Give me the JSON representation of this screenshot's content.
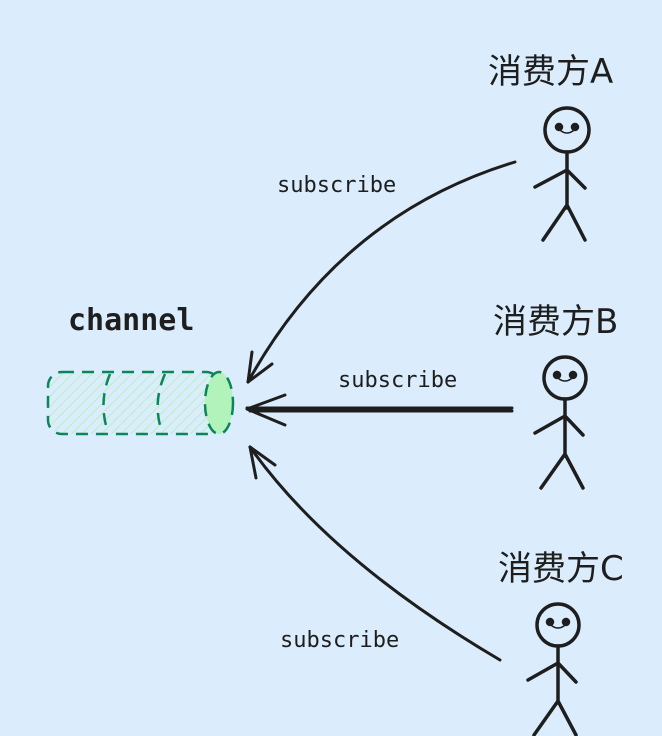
{
  "channel": {
    "label": "channel",
    "fill_color": "#b2f2bb",
    "stroke_color": "#0c8558"
  },
  "consumers": [
    {
      "label": "消费方A",
      "edge_label": "subscribe"
    },
    {
      "label": "消费方B",
      "edge_label": "subscribe"
    },
    {
      "label": "消费方C",
      "edge_label": "subscribe"
    }
  ],
  "colors": {
    "background": "#dbedfd",
    "stroke": "#1e1e1e"
  }
}
